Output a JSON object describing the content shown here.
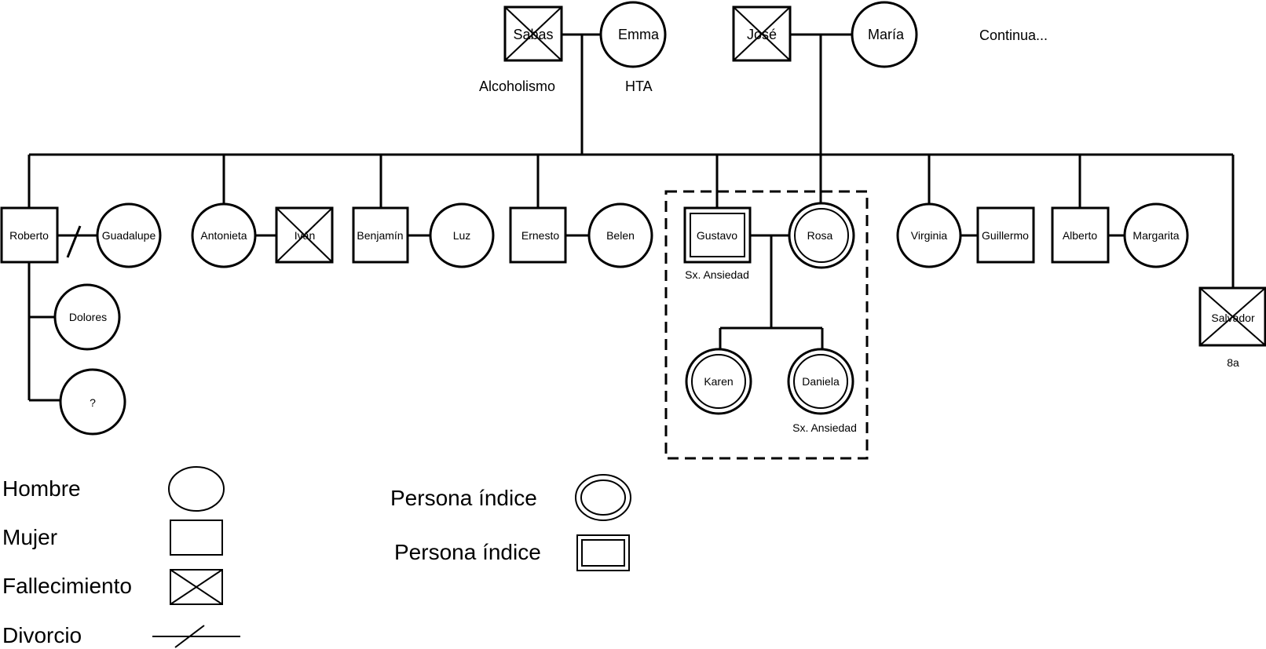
{
  "top": {
    "sabas": "Sabas",
    "emma": "Emma",
    "jose": "José",
    "maria": "María",
    "continua": "Continua...",
    "alcoholismo": "Alcoholismo",
    "hta": "HTA"
  },
  "people": {
    "roberto": "Roberto",
    "guadalupe": "Guadalupe",
    "dolores": "Dolores",
    "unknown": "?",
    "antonieta": "Antonieta",
    "ivan": "Iván",
    "benjamin": "Benjamín",
    "luz": "Luz",
    "ernesto": "Ernesto",
    "belen": "Belen",
    "gustavo": "Gustavo",
    "rosa": "Rosa",
    "virginia": "Virginia",
    "guillermo": "Guillermo",
    "alberto": "Alberto",
    "margarita": "Margarita",
    "salvador": "Salvador",
    "karen": "Karen",
    "daniela": "Daniela"
  },
  "notes": {
    "gustavo_dx": "Sx. Ansiedad",
    "daniela_dx": "Sx. Ansiedad",
    "salvador_age": "8a"
  },
  "legend": {
    "hombre": "Hombre",
    "mujer": "Mujer",
    "fallecimiento": "Fallecimiento",
    "divorcio": "Divorcio",
    "indice_circle": "Persona índice",
    "indice_square": "Persona índice"
  }
}
